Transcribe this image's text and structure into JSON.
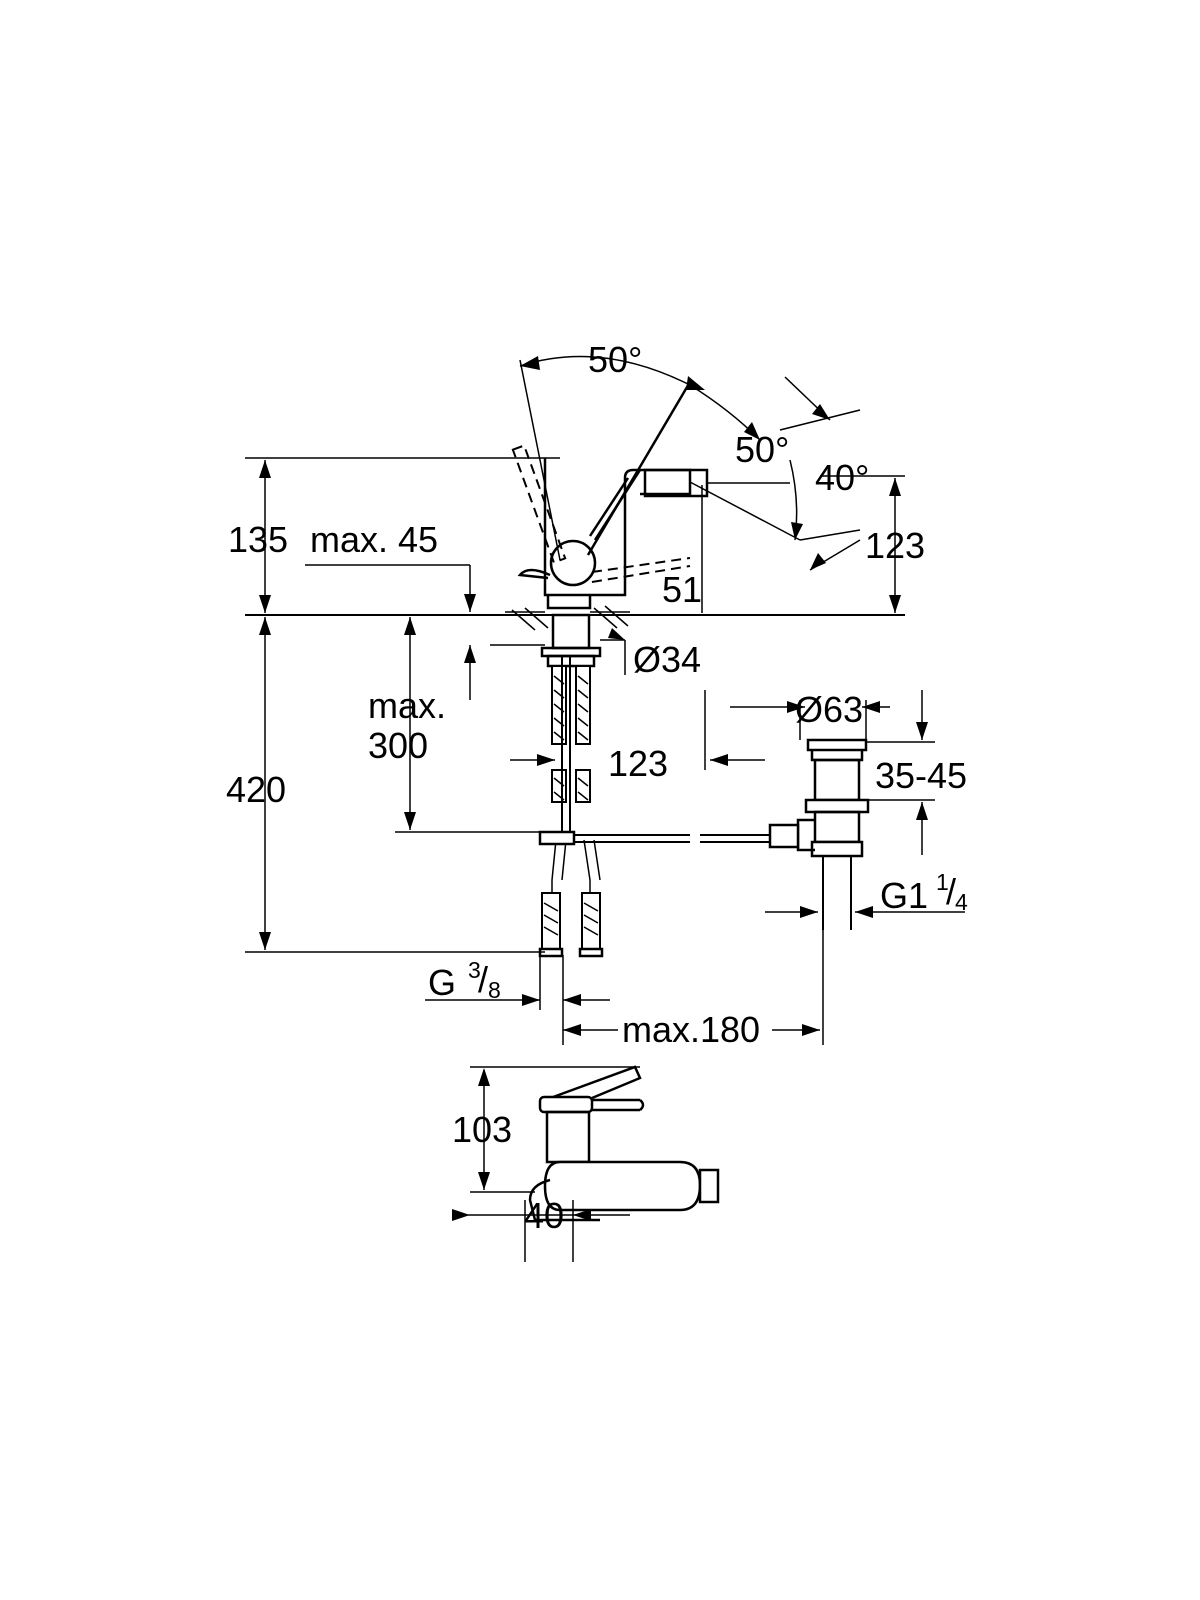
{
  "drawing": {
    "colors": {
      "line": "#000000",
      "background": "#ffffff"
    },
    "dimensions": {
      "angle_lever_top": "50°",
      "angle_lever_right": "50°",
      "angle_spout": "40°",
      "height_135": "135",
      "max_45": "max. 45",
      "height_123_right": "123",
      "spout_51": "51",
      "diameter_34": "Ø34",
      "diameter_63": "Ø63",
      "max_300_line1": "max.",
      "max_300_line2": "300",
      "height_420": "420",
      "offset_123": "123",
      "range_35_45": "35-45",
      "thread_g1_base": "G1",
      "thread_g1_num": "1",
      "thread_g1_den": "4",
      "thread_g_base": "G",
      "thread_g_num": "3",
      "thread_g_den": "8",
      "max_180": "max.180",
      "height_103": "103",
      "width_40": "40"
    }
  }
}
